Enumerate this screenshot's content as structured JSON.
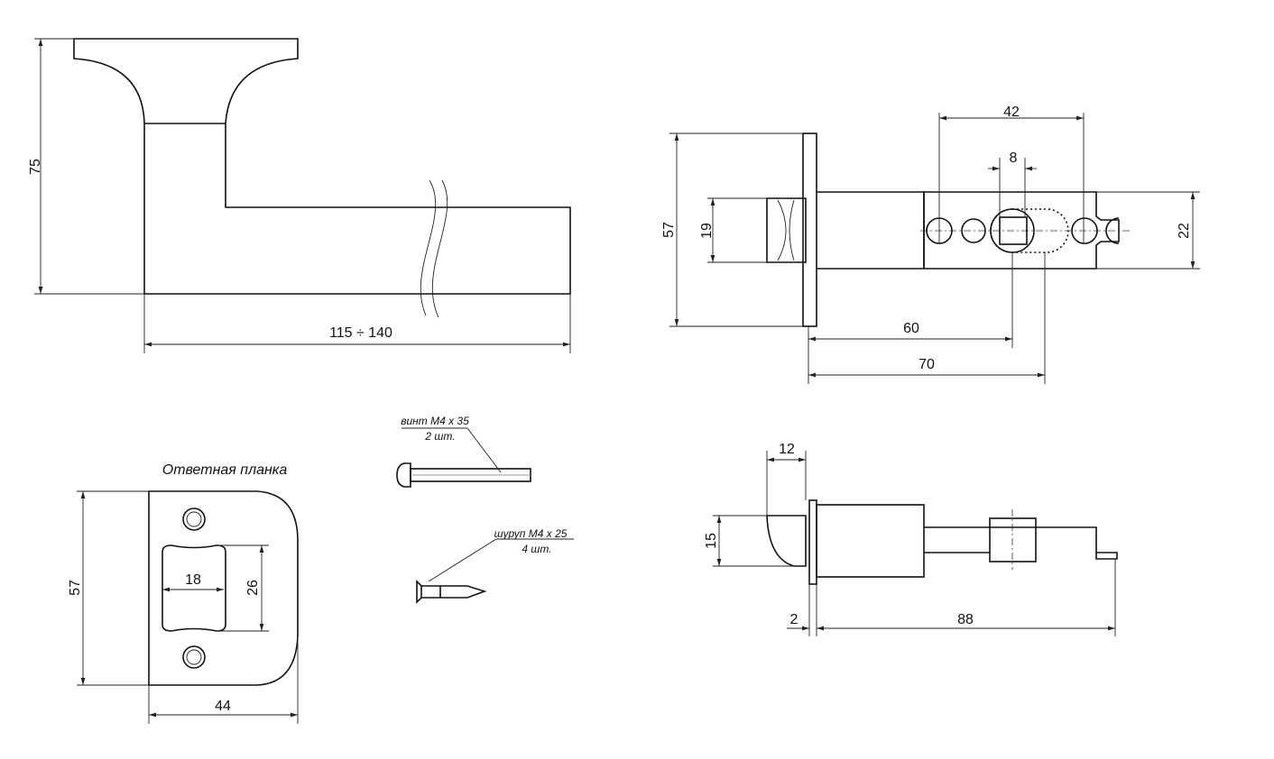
{
  "handle": {
    "height": "75",
    "length": "115 ÷ 140"
  },
  "latch_front": {
    "faceplate_height": "57",
    "bolt_height": "19",
    "hole_spacing": "42",
    "square": "8",
    "case_height": "22",
    "backset_min": "60",
    "backset_max": "70"
  },
  "latch_side": {
    "bolt_projection": "12",
    "bolt_height": "15",
    "faceplate_thickness": "2",
    "case_length": "88"
  },
  "strike_plate": {
    "title": "Ответная планка",
    "height": "57",
    "width": "44",
    "window_width": "18",
    "window_height": "26"
  },
  "screws": {
    "machine_screw": {
      "name": "винт М4 х 35",
      "qty": "2 шт."
    },
    "wood_screw": {
      "name": "шуруп М4 х 25",
      "qty": "4 шт."
    }
  }
}
